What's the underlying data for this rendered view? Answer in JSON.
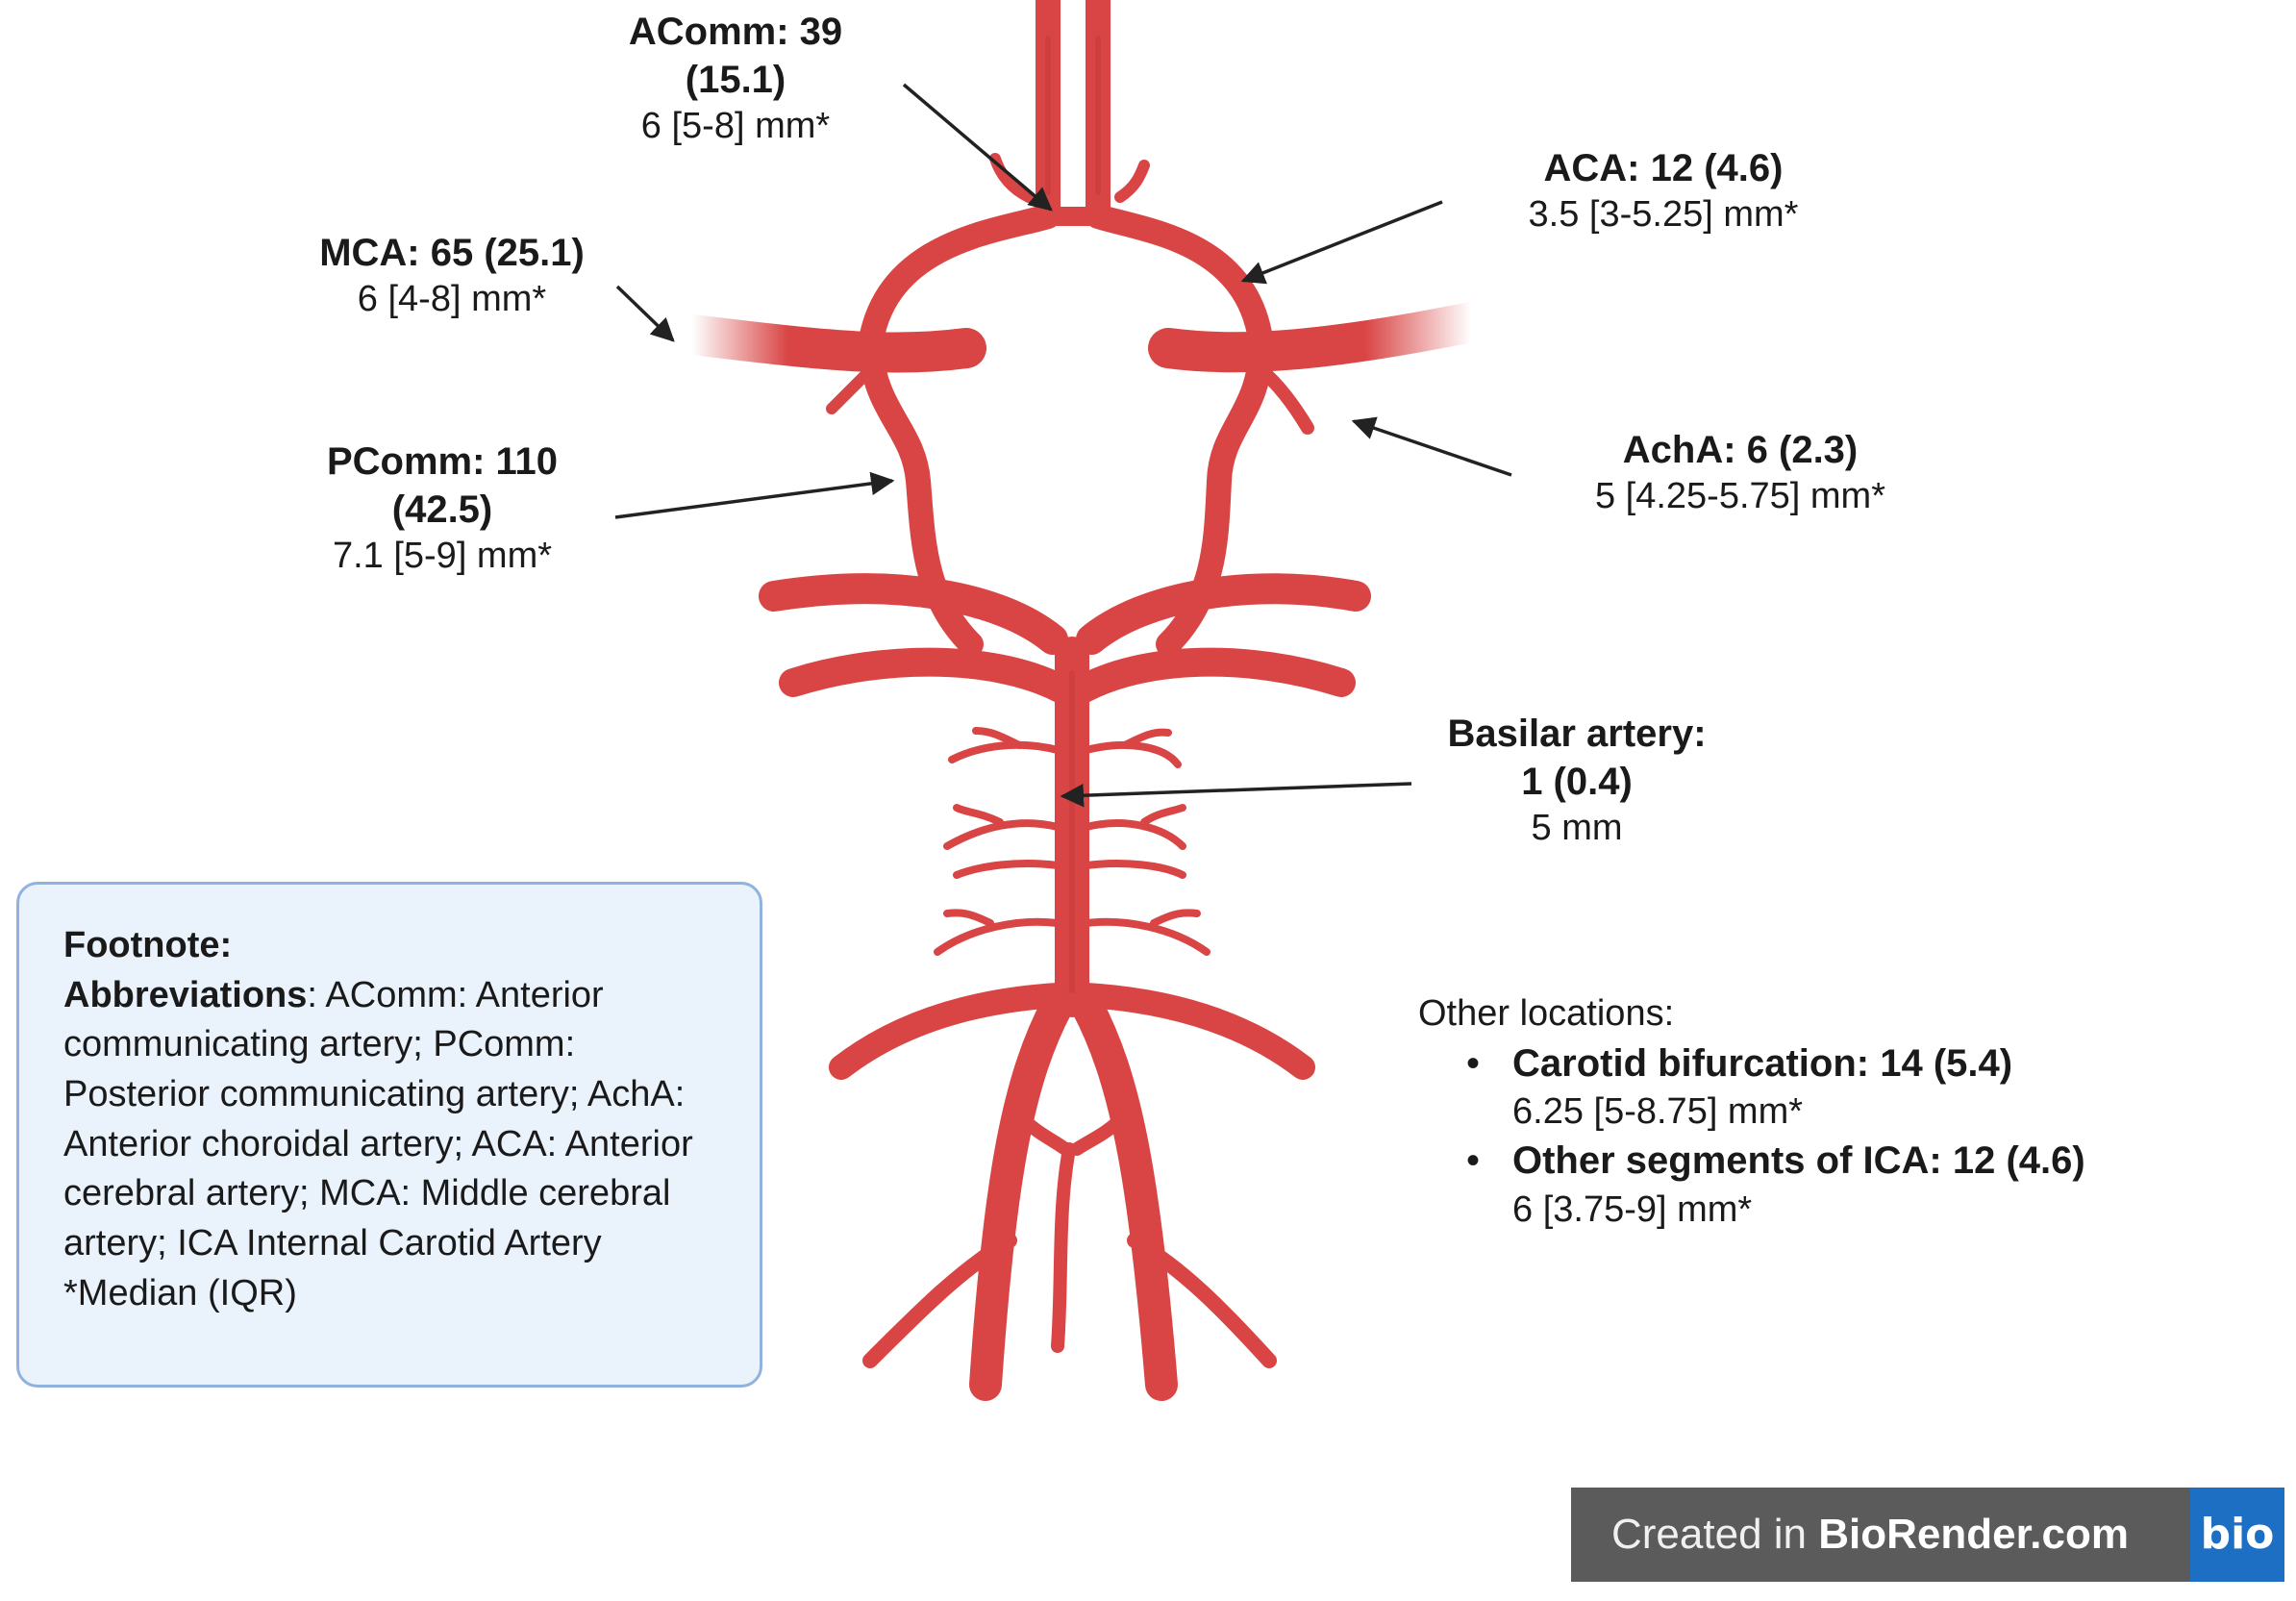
{
  "labels": {
    "acomm": {
      "title_a": "AComm: 39",
      "title_b": "(15.1)",
      "size": "6 [5-8] mm*"
    },
    "aca": {
      "title": "ACA: 12 (4.6)",
      "size": "3.5 [3-5.25] mm*"
    },
    "mca": {
      "title": "MCA: 65 (25.1)",
      "size": "6 [4-8] mm*"
    },
    "acha": {
      "title": "AchA: 6 (2.3)",
      "size": "5 [4.25-5.75] mm*"
    },
    "pcomm": {
      "title_a": "PComm: 110",
      "title_b": "(42.5)",
      "size": "7.1 [5-9] mm*"
    },
    "basilar": {
      "title_a": "Basilar artery:",
      "title_b": "1 (0.4)",
      "size": "5 mm"
    }
  },
  "other_locations": {
    "header": "Other locations:",
    "items": [
      {
        "title": "Carotid bifurcation: 14 (5.4)",
        "size": "6.25 [5-8.75] mm*"
      },
      {
        "title": "Other segments of ICA: 12 (4.6)",
        "size": "6 [3.75-9] mm*"
      }
    ]
  },
  "footnote": {
    "heading": "Footnote:",
    "abbrev_label": "Abbreviations",
    "abbrev_text": ": AComm: Anterior communicating artery; PComm: Posterior communicating artery; AchA: Anterior choroidal artery; ACA: Anterior cerebral artery; MCA: Middle cerebral artery; ICA Internal Carotid Artery",
    "median_note": "*Median (IQR)"
  },
  "badge": {
    "prefix": "Created in ",
    "brand": "BioRender.com",
    "logo": "bio"
  },
  "colors": {
    "artery": "#d94545",
    "artery_dark": "#c43a3a",
    "arrow": "#222222",
    "footnote_bg": "#eaf2fc",
    "footnote_border": "#8fb2de",
    "badge_bg": "#5b5b5b",
    "logo_bg": "#1d6fc4"
  }
}
